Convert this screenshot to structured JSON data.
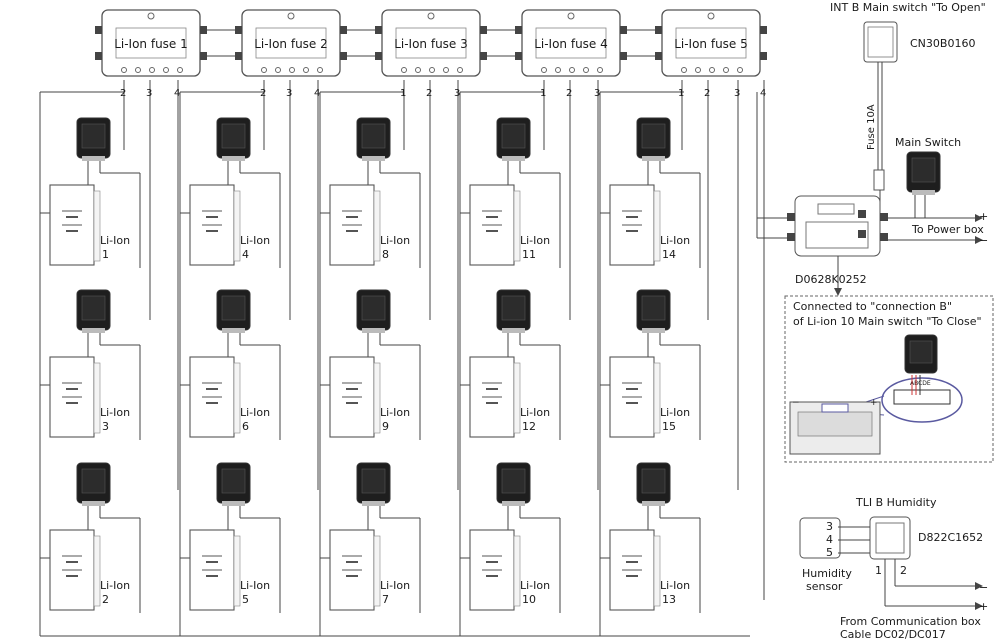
{
  "fuses": [
    {
      "label": "Li-Ion fuse 1",
      "pins": [
        "2",
        "3",
        "4"
      ]
    },
    {
      "label": "Li-Ion fuse 2",
      "pins": [
        "2",
        "3",
        "4"
      ]
    },
    {
      "label": "Li-Ion fuse 3",
      "pins": [
        "1",
        "2",
        "3"
      ]
    },
    {
      "label": "Li-Ion fuse 4",
      "pins": [
        "1",
        "2",
        "3"
      ]
    },
    {
      "label": "Li-Ion fuse 5",
      "pins": [
        "1",
        "2",
        "3",
        "4"
      ]
    }
  ],
  "batteries": [
    [
      {
        "type": "Li-Ion",
        "num": "1"
      },
      {
        "type": "Li-Ion",
        "num": "3"
      },
      {
        "type": "Li-Ion",
        "num": "2"
      }
    ],
    [
      {
        "type": "Li-Ion",
        "num": "4"
      },
      {
        "type": "Li-Ion",
        "num": "6"
      },
      {
        "type": "Li-Ion",
        "num": "5"
      }
    ],
    [
      {
        "type": "Li-Ion",
        "num": "8"
      },
      {
        "type": "Li-Ion",
        "num": "9"
      },
      {
        "type": "Li-Ion",
        "num": "7"
      }
    ],
    [
      {
        "type": "Li-Ion",
        "num": "11"
      },
      {
        "type": "Li-Ion",
        "num": "12"
      },
      {
        "type": "Li-Ion",
        "num": "10"
      }
    ],
    [
      {
        "type": "Li-Ion",
        "num": "14"
      },
      {
        "type": "Li-Ion",
        "num": "15"
      },
      {
        "type": "Li-Ion",
        "num": "13"
      }
    ]
  ],
  "right": {
    "int_b_title": "INT B Main switch \"To Open\"",
    "int_b_code": "CN30B0160",
    "fuse_10a": "Fuse 10A",
    "main_switch": "Main Switch",
    "to_power_box": "To Power box",
    "plus": "+",
    "minus": "−",
    "hub_code": "D0628K0252",
    "connected_line1": "Connected to \"connection B\"",
    "connected_line2": "of Li-ion 10 Main switch \"To Close\"",
    "connector_letters": "ABCDE",
    "tli_title": "TLI B Humidity",
    "tli_code": "D822C1652",
    "humidity_pins": [
      "3",
      "4",
      "5"
    ],
    "humidity_line1": "Humidity",
    "humidity_line2": "sensor",
    "tli_pin1": "1",
    "tli_pin2": "2",
    "comm_line1": "From Communication box",
    "comm_line2": "Cable DC02/DC017"
  }
}
